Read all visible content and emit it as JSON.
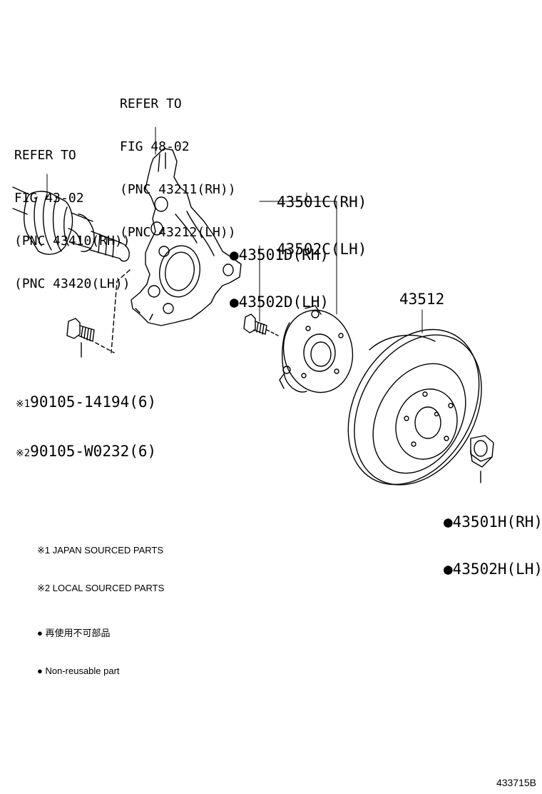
{
  "labels": {
    "knuckle_ref": [
      "REFER TO",
      "FIG 48-02",
      "(PNC 43211(RH))",
      "(PNC 43212(LH))"
    ],
    "shaft_ref": [
      "REFER TO",
      "FIG 43-02",
      "(PNC 43410(RH))",
      "(PNC 43420(LH))"
    ],
    "hub_part": [
      "43501C(RH)",
      "43502C(LH)"
    ],
    "hub_bolt_part": [
      "●43501D(RH)",
      "●43502D(LH)"
    ],
    "rotor_part": "43512",
    "bolt_part": [
      {
        "mark": "※1",
        "text": "90105-14194(6)"
      },
      {
        "mark": "※2",
        "text": "90105-W0232(6)"
      }
    ],
    "nut_part": [
      "●43501H(RH)",
      "●43502H(LH)"
    ]
  },
  "legend": [
    {
      "mark": "※1",
      "text": "JAPAN SOURCED PARTS"
    },
    {
      "mark": "※2",
      "text": "LOCAL SOURCED PARTS"
    },
    {
      "mark": "●",
      "text": "再使用不可部品"
    },
    {
      "mark": "●",
      "text": "Non-reusable part"
    }
  ],
  "figure_id": "433715B"
}
